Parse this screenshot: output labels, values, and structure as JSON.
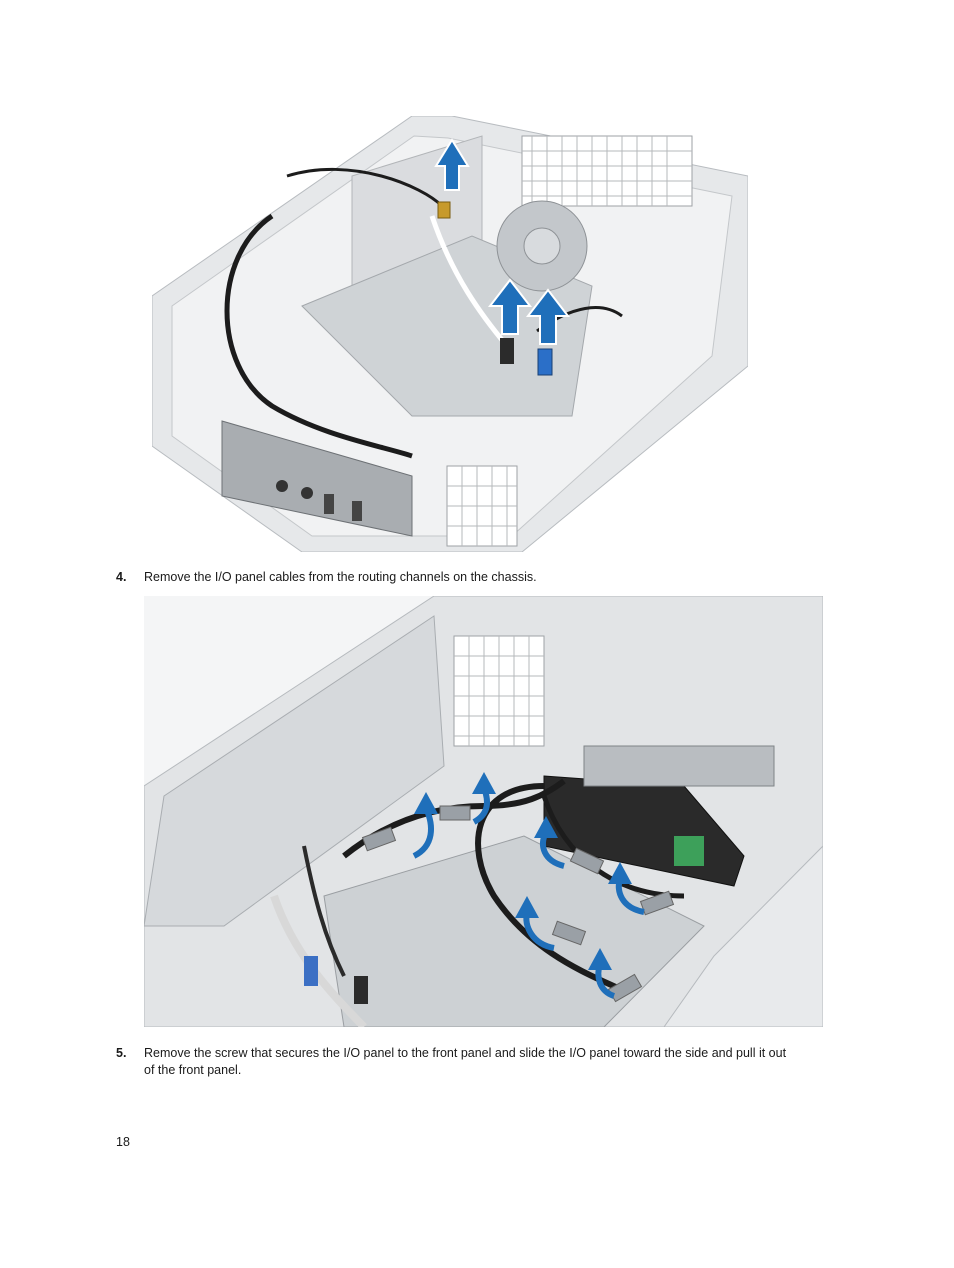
{
  "steps": [
    {
      "number": "4.",
      "text": "Remove the I/O panel cables from the routing channels on the chassis."
    },
    {
      "number": "5.",
      "text": "Remove the screw that secures the I/O panel to the front panel and slide the I/O panel toward the side and pull it out of the front panel."
    }
  ],
  "page_number": "18",
  "colors": {
    "arrow": "#1f6fba",
    "chassis": "#d9dcdf",
    "cable": "#1c1c1c"
  }
}
